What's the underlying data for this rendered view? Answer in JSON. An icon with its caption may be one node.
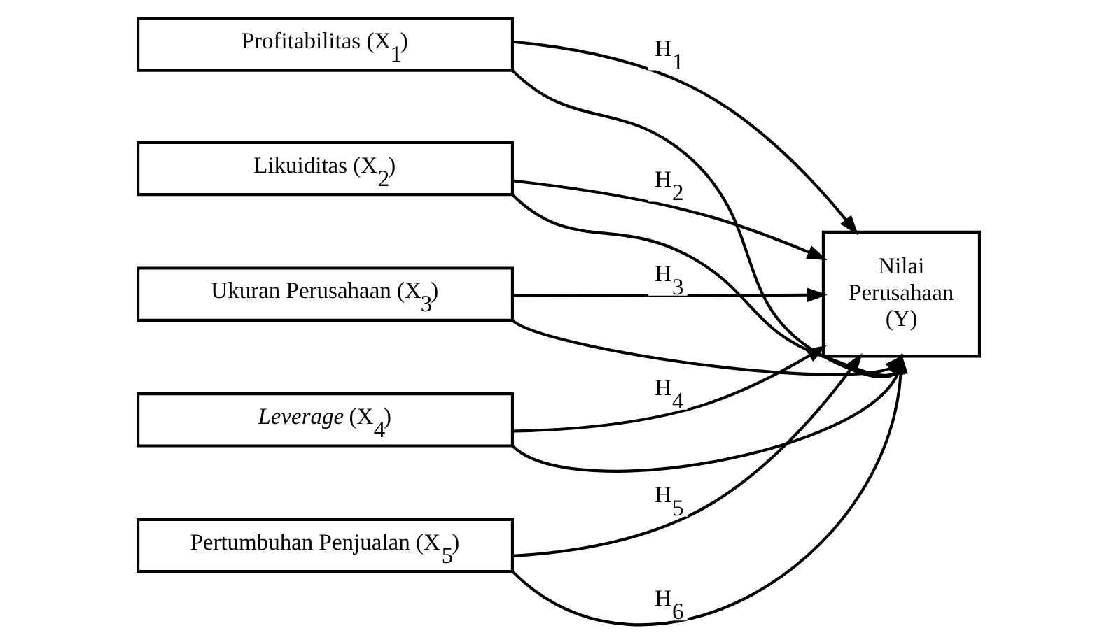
{
  "diagram": {
    "nodes": [
      {
        "text": [
          "Profitabilitas (X$_{1}$)"
        ]
      },
      {
        "text": [
          "Likuiditas (X$_{2}$)"
        ]
      },
      {
        "text": [
          "Ukuran Perusahaan (X$_{3}$)"
        ]
      },
      {
        "text": [
          "*Leverage* (X$_{4}$)"
        ]
      },
      {
        "text": [
          "Pertumbuhan Penjualan (X$_{5}$)"
        ]
      },
      {
        "text": [
          "Nilai Perusahaan (Y)"
        ]
      }
    ],
    "edges": [
      {
        "from": 0,
        "to": 5,
        "arrow": "to",
        "label": "H$_{1}$"
      },
      {
        "from": 1,
        "to": 5,
        "arrow": "to",
        "label": "H$_{2}$"
      },
      {
        "from": 2,
        "to": 5,
        "arrow": "to",
        "label": "H$_{3}$"
      },
      {
        "from": 3,
        "to": 5,
        "arrow": "to",
        "label": "H$_{4}$"
      },
      {
        "from": 4,
        "to": 5,
        "arrow": "to",
        "label": "H$_{5}$"
      },
      {
        "from": 0,
        "to": 5,
        "arrow": "to"
      },
      {
        "from": 1,
        "to": 5,
        "arrow": "to"
      },
      {
        "from": 2,
        "to": 5,
        "arrow": "to"
      },
      {
        "from": 3,
        "to": 5,
        "arrow": "to"
      },
      {
        "from": 4,
        "to": 5,
        "arrow": "to",
        "label": "H$_{6}$"
      }
    ]
  }
}
